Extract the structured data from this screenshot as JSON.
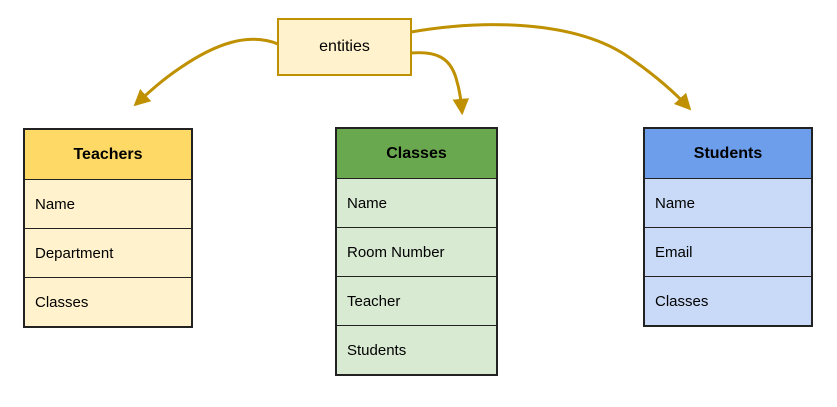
{
  "diagram": {
    "arrow_color": "#BF9000",
    "background": "#FFFFFF"
  },
  "entities": {
    "label": "entities",
    "fill": "#FFF2CC",
    "border": "#BF9000"
  },
  "tables": [
    {
      "title": "Teachers",
      "rows": [
        "Name",
        "Department",
        "Classes"
      ],
      "header_bg": "#FFD966",
      "row_bg": "#FFF2CC"
    },
    {
      "title": "Classes",
      "rows": [
        "Name",
        "Room Number",
        "Teacher",
        "Students"
      ],
      "header_bg": "#6AA84F",
      "row_bg": "#D9EAD3"
    },
    {
      "title": "Students",
      "rows": [
        "Name",
        "Email",
        "Classes"
      ],
      "header_bg": "#6D9EEB",
      "row_bg": "#C9DAF8"
    }
  ]
}
